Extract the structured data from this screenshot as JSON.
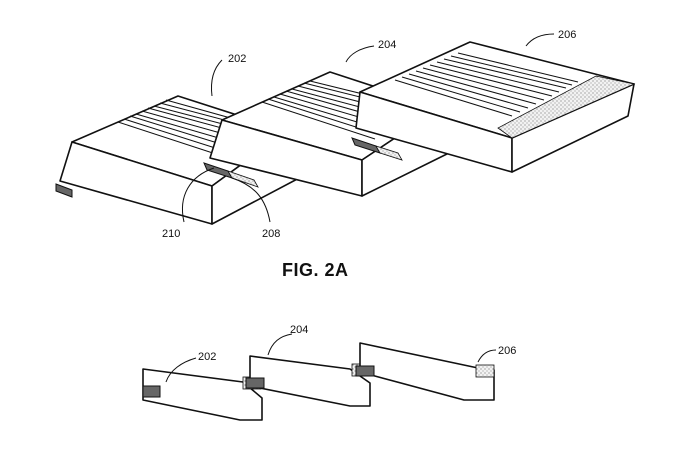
{
  "figure": {
    "caption": "FIG. 2A",
    "top_labels": {
      "block_202": "202",
      "block_204": "204",
      "block_206": "206",
      "ref_208": "208",
      "ref_210": "210"
    },
    "side_labels": {
      "block_202": "202",
      "block_204": "204",
      "block_206": "206"
    }
  }
}
